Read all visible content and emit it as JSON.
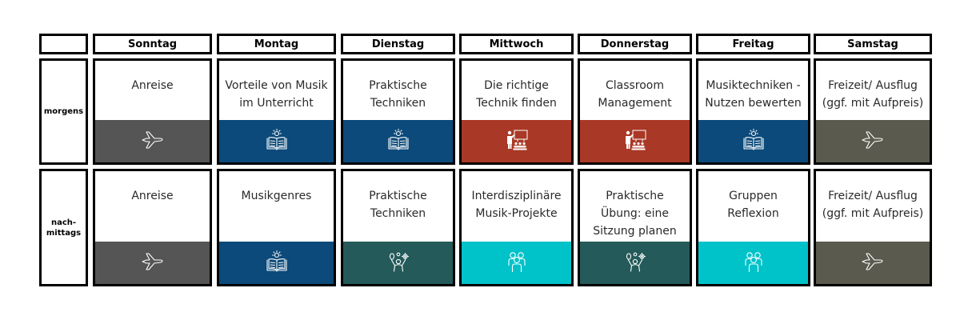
{
  "days": [
    "Sonntag",
    "Montag",
    "Dienstag",
    "Mittwoch",
    "Donnerstag",
    "Freitag",
    "Samstag"
  ],
  "rows": [
    {
      "label": "morgens",
      "cells": [
        {
          "text": "Anreise",
          "icon": "plane-icon",
          "color": "#555555"
        },
        {
          "text": "Vorteile von Musik\nim Unterricht",
          "icon": "book-icon",
          "color": "#0b4a7a"
        },
        {
          "text": "Praktische\nTechniken",
          "icon": "book-icon",
          "color": "#0b4a7a"
        },
        {
          "text": "Die richtige\nTechnik finden",
          "icon": "teacher-class-icon",
          "color": "#a93826"
        },
        {
          "text": "Classroom\nManagement",
          "icon": "teacher-class-icon",
          "color": "#a93826"
        },
        {
          "text": "Musiktechniken -\nNutzen bewerten",
          "icon": "book-icon",
          "color": "#0b4a7a"
        },
        {
          "text": "Freizeit/ Ausflug\n(ggf. mit Aufpreis)",
          "icon": "plane-icon",
          "color": "#5a5a4e"
        }
      ]
    },
    {
      "label": "nach-\nmittags",
      "cells": [
        {
          "text": "Anreise",
          "icon": "plane-icon",
          "color": "#555555"
        },
        {
          "text": "Musikgenres",
          "icon": "book-icon",
          "color": "#0b4a7a"
        },
        {
          "text": "Praktische\nTechniken",
          "icon": "idea-person-icon",
          "color": "#255a5a"
        },
        {
          "text": "Interdisziplinäre\nMusik-Projekte",
          "icon": "group-icon",
          "color": "#00c2c9"
        },
        {
          "text": "Praktische\nÜbung: eine\nSitzung planen",
          "icon": "idea-person-icon",
          "color": "#255a5a"
        },
        {
          "text": "Gruppen\nReflexion",
          "icon": "group-icon",
          "color": "#00c2c9"
        },
        {
          "text": "Freizeit/ Ausflug\n(ggf. mit Aufpreis)",
          "icon": "plane-icon",
          "color": "#5a5a4e"
        }
      ]
    }
  ]
}
